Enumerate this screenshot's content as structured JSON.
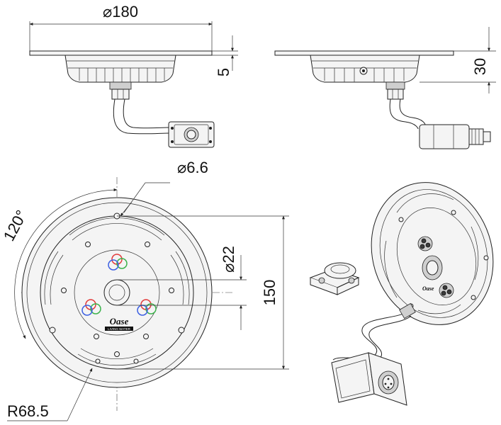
{
  "dimensions": {
    "flange_diameter": "⌀180",
    "flange_thickness": "5",
    "overall_height": "30",
    "hole_diameter": "⌀6.6",
    "hole_angle": "120°",
    "center_bore": "⌀22",
    "body_diameter": "150",
    "slot_radius": "R68.5"
  },
  "logo": {
    "brand": "Oase",
    "tagline": "LIVING WATER"
  },
  "colors": {
    "line": "#222222",
    "led_red": "#e23b3b",
    "led_green": "#3bb24a",
    "led_blue": "#3b5fe2"
  }
}
